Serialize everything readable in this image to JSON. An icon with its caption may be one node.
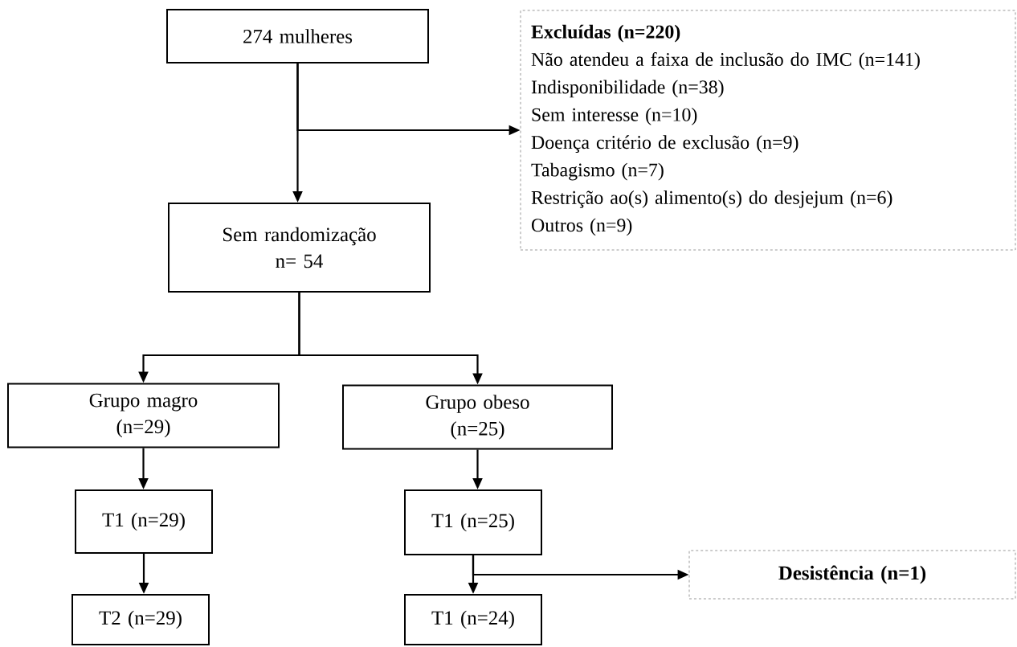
{
  "diagram": {
    "nodes": [
      {
        "text": [
          "274 mulheres"
        ]
      },
      {
        "text": [
          "Excluídas (n=220)",
          "Não atendeu a faixa de inclusão do IMC (n=141)",
          "Indisponibilidade (n=38)",
          "Sem interesse (n=10)",
          "Doença critério de exclusão (n=9)",
          "Tabagismo (n=7)",
          "Restrição ao(s) alimento(s) do desjejum (n=6)",
          "Outros (n=9)"
        ]
      },
      {
        "text": [
          "Sem randomização n= 54"
        ]
      },
      {
        "text": [
          "Grupo magro (n=29)"
        ]
      },
      {
        "text": [
          "Grupo obeso (n=25)"
        ]
      },
      {
        "text": [
          "T1 (n=29)"
        ]
      },
      {
        "text": [
          "T1 (n=25)"
        ]
      },
      {
        "text": [
          "T2 (n=29)"
        ]
      },
      {
        "text": [
          "T1 (n=24)"
        ]
      },
      {
        "text": [
          "Desistência (n=1)"
        ]
      }
    ],
    "edges": [
      {
        "from": 0,
        "to": 1,
        "arrow": "to"
      },
      {
        "from": 0,
        "to": 2,
        "arrow": "to"
      },
      {
        "from": 2,
        "to": 3,
        "arrow": "to"
      },
      {
        "from": 2,
        "to": 4,
        "arrow": "to"
      },
      {
        "from": 3,
        "to": 5,
        "arrow": "to"
      },
      {
        "from": 4,
        "to": 6,
        "arrow": "to"
      },
      {
        "from": 5,
        "to": 7,
        "arrow": "to"
      },
      {
        "from": 6,
        "to": 9,
        "arrow": "to"
      },
      {
        "from": 6,
        "to": 8,
        "arrow": "to"
      }
    ]
  }
}
